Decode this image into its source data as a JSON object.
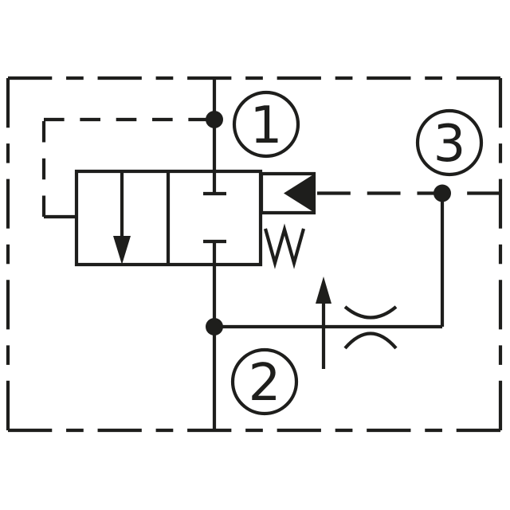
{
  "colors": {
    "line": "#1e1e1c",
    "background": "#ffffff"
  },
  "ports": [
    {
      "label": "1"
    },
    {
      "label": "2"
    },
    {
      "label": "3"
    }
  ],
  "symbols": {
    "envelope": "dashed-envelope-border",
    "valve": "two-position-two-way-valve",
    "valve_left_position": "flow-path-down-arrow",
    "valve_right_position": "blocked-ports",
    "actuator": "pilot-pressure-triangle",
    "return_element": "spring",
    "flow_control": "orifice-restrictor",
    "flow_direction": "up-arrow"
  }
}
